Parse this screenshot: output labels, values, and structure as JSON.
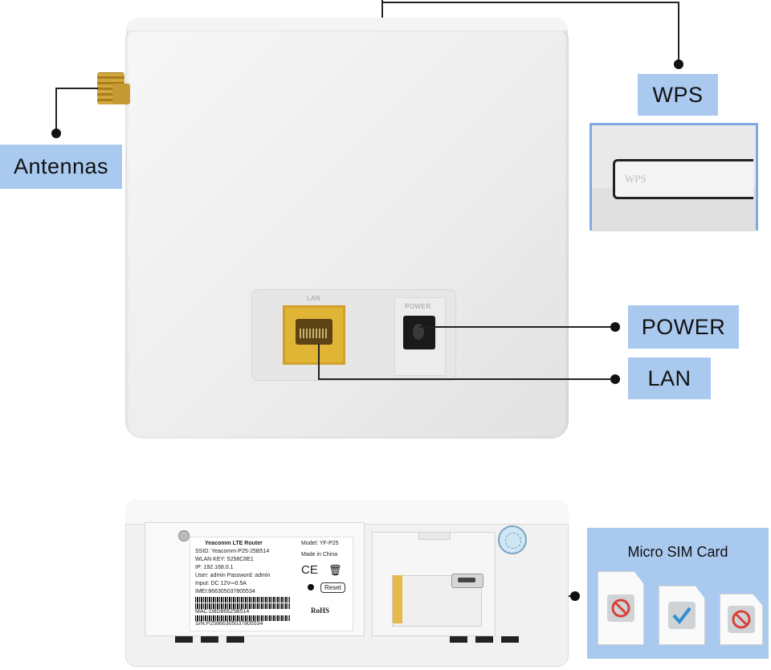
{
  "labels": {
    "antennas": "Antennas",
    "wps": "WPS",
    "power": "POWER",
    "lan": "LAN",
    "micro_sim": "Micro SIM Card"
  },
  "device": {
    "lan_port_label": "LAN",
    "power_port_label": "POWER",
    "wps_button_text": "WPS",
    "reset_label": "Reset"
  },
  "sticker": {
    "title": "Yeacomm LTE Router",
    "model": "Model: YF-P25",
    "ssid": "SSID: Yeacomm-P25-25B514",
    "wlan_key": "WLAN KEY: 5258C8E1",
    "ip": "IP: 192.168.0.1",
    "user": "User: admin   Password: admin",
    "input": "Input: DC   12V⎓0.5A",
    "imei": "IMEI:866305037805534",
    "mac": "MAC:D8D86625B514",
    "sn": "S/N:P25866305037805534",
    "made_in": "Made in China",
    "ce": "CE",
    "rohs": "RoHS"
  },
  "sim_cards": [
    {
      "status": "not-supported",
      "icon": "prohibited-icon",
      "color": "#d9403a"
    },
    {
      "status": "supported",
      "icon": "checkmark-icon",
      "color": "#2f8fd0"
    },
    {
      "status": "not-supported",
      "icon": "prohibited-icon",
      "color": "#d9403a"
    }
  ],
  "colors": {
    "callout_bg": "#a9c9ef",
    "frame_border": "#7fa9e2",
    "lan_port": "#e0b536"
  }
}
